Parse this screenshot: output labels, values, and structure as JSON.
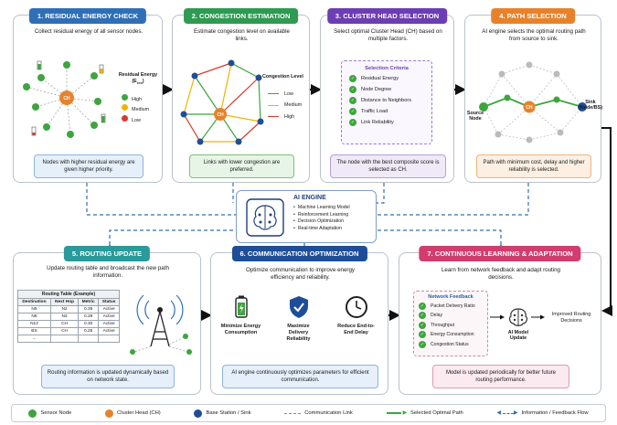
{
  "steps": [
    {
      "title": "1. RESIDUAL ENERGY CHECK",
      "color": "#2f6fb6",
      "desc": "Collect residual energy of all sensor nodes.",
      "note": "Nodes with higher residual energy are given higher priority."
    },
    {
      "title": "2. CONGESTION ESTIMATION",
      "color": "#2e9a52",
      "desc": "Estimate congestion level on available links.",
      "note": "Links with lower congestion are preferred."
    },
    {
      "title": "3. CLUSTER HEAD SELECTION",
      "color": "#6c3db3",
      "desc": "Select optimal Cluster Head (CH) based on multiple factors.",
      "note": "The node with the best composite score is selected as CH."
    },
    {
      "title": "4. PATH SELECTION",
      "color": "#e8822a",
      "desc": "AI engine selects the optimal routing path from source to sink.",
      "note": "Path with minimum cost, delay and higher reliability is selected."
    },
    {
      "title": "5. ROUTING UPDATE",
      "color": "#2a9a9a",
      "desc": "Update routing table and broadcast the new path information.",
      "note": "Routing information is updated dynamically based on network state."
    },
    {
      "title": "6. COMMUNICATION OPTIMIZATION",
      "color": "#1f4e99",
      "desc": "Optimize communication to improve energy efficiency and reliability.",
      "note": "AI engine continuously optimizes parameters for efficient communication."
    },
    {
      "title": "7. CONTINUOUS LEARNING & ADAPTATION",
      "color": "#d23c6e",
      "desc": "Learn from network feedback and adapt routing decisions.",
      "note": "Model is updated periodically for better future routing performance."
    }
  ],
  "energy_legend": {
    "title": "Residual Energy",
    "subtitle": "(E",
    "subtitle_sub": "res",
    "subtitle_end": ")",
    "high": "High",
    "medium": "Medium",
    "low": "Low",
    "colors": {
      "high": "#3da53d",
      "medium": "#f0b400",
      "low": "#d83a2f"
    }
  },
  "congestion_legend": {
    "title": "Congestion Level",
    "low": "Low",
    "medium": "Medium",
    "high": "High",
    "colors": {
      "low": "#3da53d",
      "medium": "#f0b400",
      "high": "#d83a2f"
    }
  },
  "ch_label": "CH",
  "criteria": {
    "title": "Selection Criteria",
    "items": [
      "Residual Energy",
      "Node Degree",
      "Distance to Neighbors",
      "Traffic Load",
      "Link Reliability"
    ]
  },
  "path": {
    "source": "Source Node",
    "sink": "Sink (Node/BS)"
  },
  "ai_engine": {
    "title": "AI ENGINE",
    "items": [
      "Machine Learning Model",
      "Reinforcement Learning",
      "Decision Optimization",
      "Real-time Adaptation"
    ]
  },
  "routing_table": {
    "title": "Routing Table (Example)",
    "headers": [
      "Destination",
      "Next Hop",
      "Metric",
      "Status"
    ],
    "rows": [
      [
        "N5",
        "N2",
        "0.35",
        "Active"
      ],
      [
        "N8",
        "N3",
        "0.28",
        "Active"
      ],
      [
        "N12",
        "CH",
        "0.30",
        "Active"
      ],
      [
        "BS",
        "CH",
        "0.25",
        "Active"
      ],
      [
        "...",
        "",
        "",
        ""
      ]
    ]
  },
  "optimization": [
    {
      "label": "Minimize Energy Consumption",
      "icon": "battery-icon"
    },
    {
      "label": "Maximize Delivery Reliability",
      "icon": "shield-check-icon"
    },
    {
      "label": "Reduce End-to-End Delay",
      "icon": "clock-icon"
    }
  ],
  "feedback": {
    "title": "Network Feedback",
    "items": [
      "Packet Delivery Ratio",
      "Delay",
      "Throughput",
      "Energy Consumption",
      "Congestion Status"
    ],
    "model": "AI Model Update",
    "result": "Improved Routing Decisions"
  },
  "legend": {
    "sensor": "Sensor Node",
    "ch": "Cluster Head (CH)",
    "bs": "Base Station / Sink",
    "link": "Communication Link",
    "path": "Selected Optimal Path",
    "flow": "Information / Feedback Flow"
  }
}
